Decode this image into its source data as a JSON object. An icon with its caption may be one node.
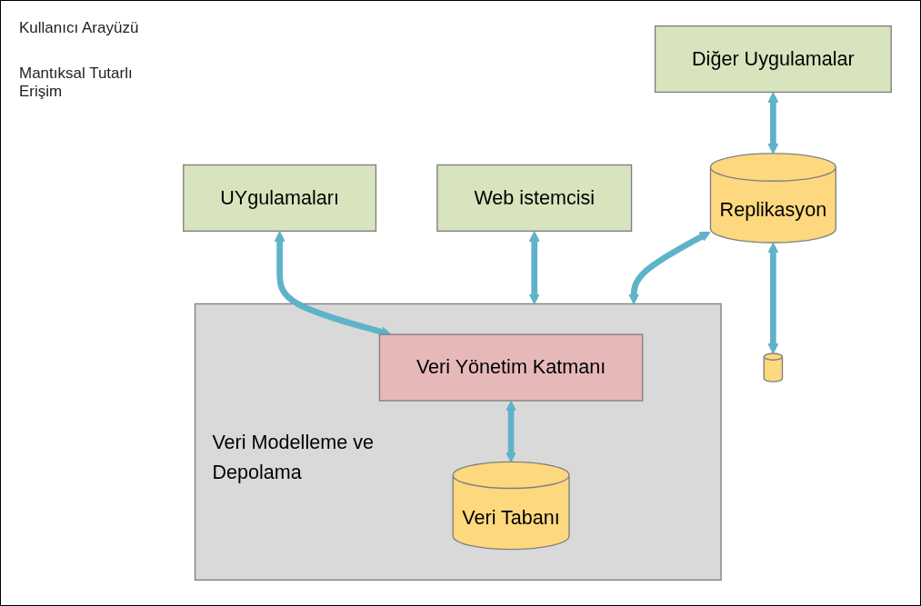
{
  "diagram": {
    "nodes": [
      {
        "text": [
          "Web istemcisi"
        ]
      },
      {
        "text": [
          "UYgulamaları"
        ]
      },
      {
        "text": [
          "Diğer Uygulamalar"
        ]
      },
      {
        "text": [
          "Veri Modelleme ve Depolama"
        ]
      },
      {
        "text": [
          "Veri Yönetim Katmanı"
        ],
        "in": 3
      },
      {
        "text": [
          "Veri Tabanı"
        ],
        "in": 3
      },
      {
        "text": [
          "Replikasyon"
        ]
      },
      {
        "text": [],
        "shape": "cylinder"
      }
    ],
    "edges": [
      {
        "from": 0,
        "to": 3,
        "arrow": "both"
      },
      {
        "from": 1,
        "to": 4,
        "arrow": "both"
      },
      {
        "from": 2,
        "to": 6,
        "arrow": "both"
      },
      {
        "from": 4,
        "to": 5,
        "arrow": "both"
      },
      {
        "from": 6,
        "to": 3,
        "arrow": "both"
      },
      {
        "from": 6,
        "to": 7,
        "arrow": "both"
      }
    ],
    "labels": [
      "Kullanıcı Arayüzü",
      "Mantıksal Tutarlı Erişim"
    ]
  }
}
